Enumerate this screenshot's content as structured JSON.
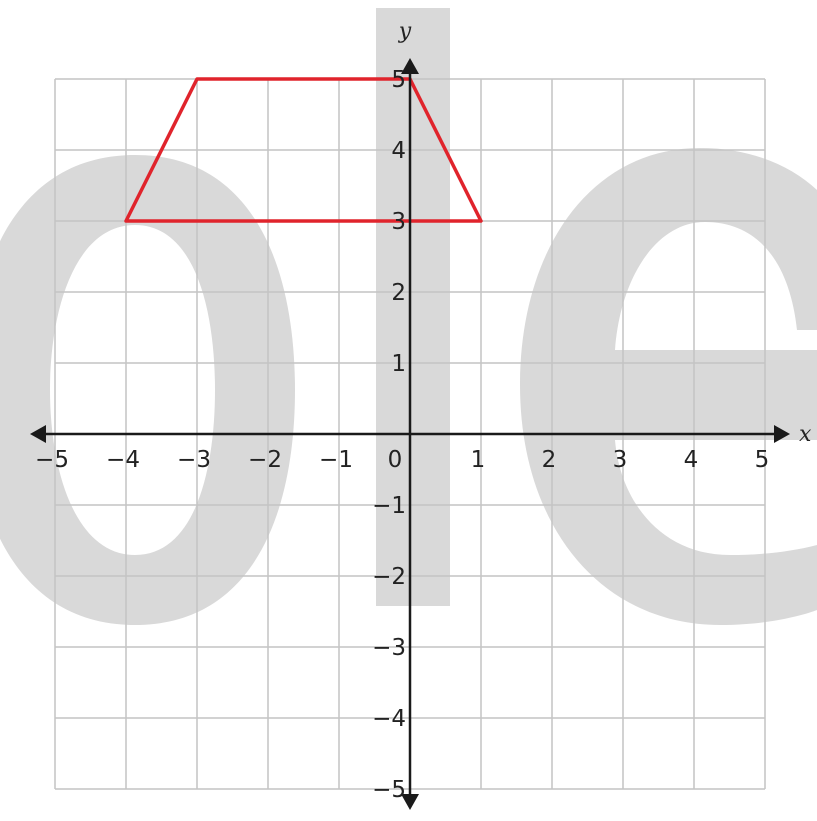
{
  "chart_data": {
    "type": "scatter",
    "xlabel": "x",
    "ylabel": "y",
    "xlim": [
      -5,
      5
    ],
    "ylim": [
      -5,
      5
    ],
    "grid": true,
    "x_ticks": [
      -5,
      -4,
      -3,
      -2,
      -1,
      0,
      1,
      2,
      3,
      4,
      5
    ],
    "y_ticks": [
      -5,
      -4,
      -3,
      -2,
      -1,
      1,
      2,
      3,
      4,
      5
    ],
    "x_tick_labels": [
      "−5",
      "−4",
      "−3",
      "−2",
      "−1",
      "0",
      "1",
      "2",
      "3",
      "4",
      "5"
    ],
    "y_tick_labels": [
      "−5",
      "−4",
      "−3",
      "−2",
      "−1",
      "1",
      "2",
      "3",
      "4",
      "5"
    ],
    "polygon": {
      "shape": "trapezoid",
      "vertices": [
        [
          -4,
          3
        ],
        [
          -3,
          5
        ],
        [
          0,
          5
        ],
        [
          1,
          3
        ]
      ]
    }
  },
  "colors": {
    "grid": "#c4c4c4",
    "axis": "#1a1a1a",
    "polygon": "#e0242c",
    "watermark": "#d9d9d9"
  },
  "icons": {
    "x_axis_end": "arrow-both-horizontal-icon",
    "y_axis_end": "arrow-both-vertical-icon"
  }
}
